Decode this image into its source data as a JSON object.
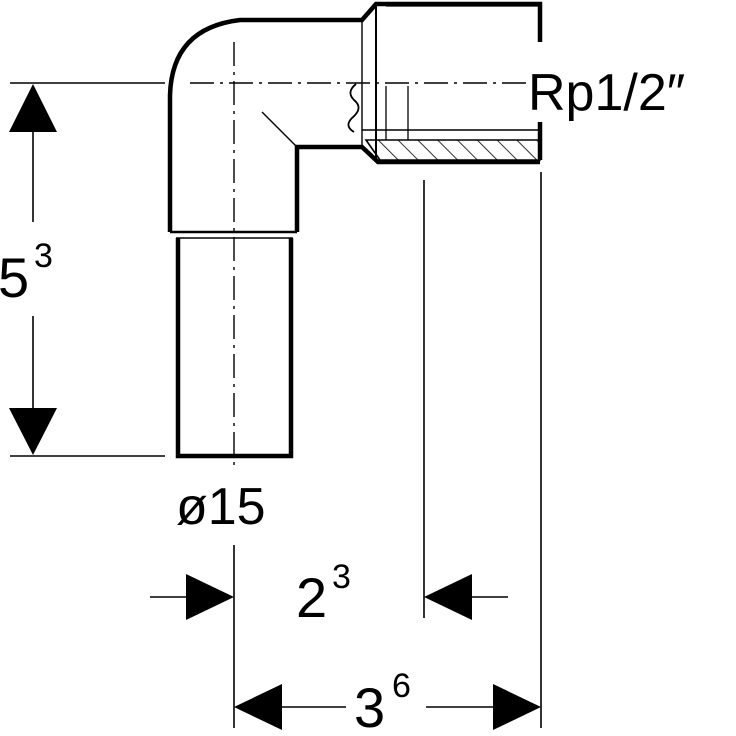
{
  "drawing": {
    "thread_label": "Rp1/2″",
    "pipe_diameter_label": "ø15",
    "dim_height": {
      "base": "5",
      "exp": "3"
    },
    "dim_inner": {
      "base": "2",
      "exp": "3"
    },
    "dim_outer": {
      "base": "3",
      "exp": "6"
    }
  }
}
